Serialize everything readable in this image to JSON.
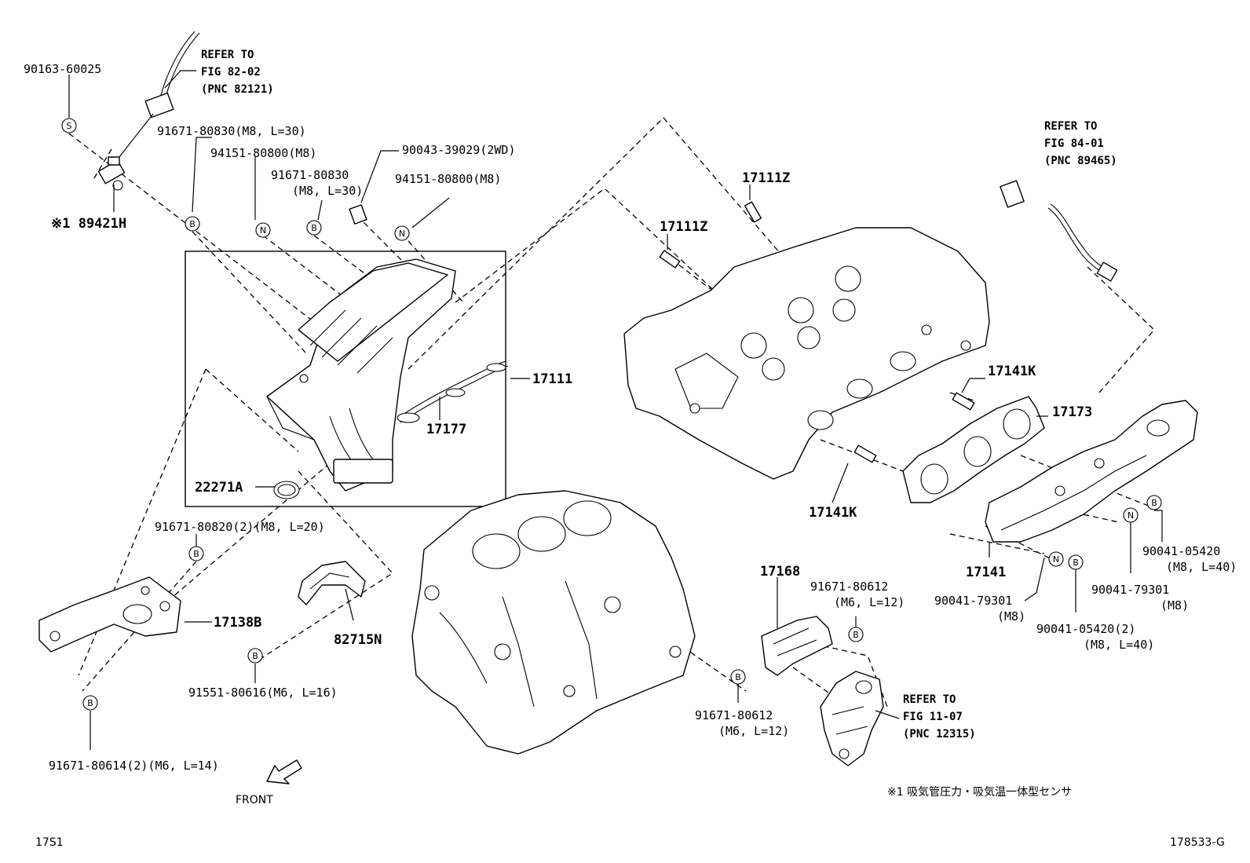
{
  "refs": {
    "fig8202": {
      "line1": "REFER TO",
      "line2": "FIG 82-02",
      "line3": "(PNC 82121)"
    },
    "fig8401": {
      "line1": "REFER TO",
      "line2": "FIG 84-01",
      "line3": "(PNC 89465)"
    },
    "fig1107": {
      "line1": "REFER TO",
      "line2": "FIG 11-07",
      "line3": "(PNC 12315)"
    }
  },
  "labels": {
    "p90163": "90163-60025",
    "p89421h": "※1 89421H",
    "p91671_80830_a": "91671-80830(M8, L=30)",
    "p94151_a": "94151-80800(M8)",
    "p91671_80830_b1": "91671-80830",
    "p91671_80830_b2": "(M8, L=30)",
    "p90043": "90043-39029(2WD)",
    "p94151_b": "94151-80800(M8)",
    "p17111": "17111",
    "p17177": "17177",
    "p22271a": "22271A",
    "p17111z_a": "17111Z",
    "p17111z_b": "17111Z",
    "p17141k_a": "17141K",
    "p17173": "17173",
    "p17141k_b": "17141K",
    "p17141": "17141",
    "p91671_80820": "91671-80820(2)(M8, L=20)",
    "p17138b": "17138B",
    "p82715n": "82715N",
    "p91551": "91551-80616(M6, L=16)",
    "p91671_80614": "91671-80614(2)(M6, L=14)",
    "p17168": "17168",
    "p91671_80612_a1": "91671-80612",
    "p91671_80612_a2": "(M6, L=12)",
    "p91671_80612_b1": "91671-80612",
    "p91671_80612_b2": "(M6, L=12)",
    "p90041_05420_a1": "90041-05420",
    "p90041_05420_a2": "(M8, L=40)",
    "p90041_79301_a1": "90041-79301",
    "p90041_79301_a2": "(M8)",
    "p90041_79301_b1": "90041-79301",
    "p90041_79301_b2": "(M8)",
    "p90041_05420_b1": "90041-05420(2)",
    "p90041_05420_b2": "(M8, L=40)",
    "front": "FRONT",
    "note": "※1 吸気管圧力・吸気温一体型センサ",
    "corner_left": "17S1",
    "corner_right": "178533-G"
  },
  "symbols": {
    "s": "S",
    "b": "B",
    "n": "N"
  }
}
